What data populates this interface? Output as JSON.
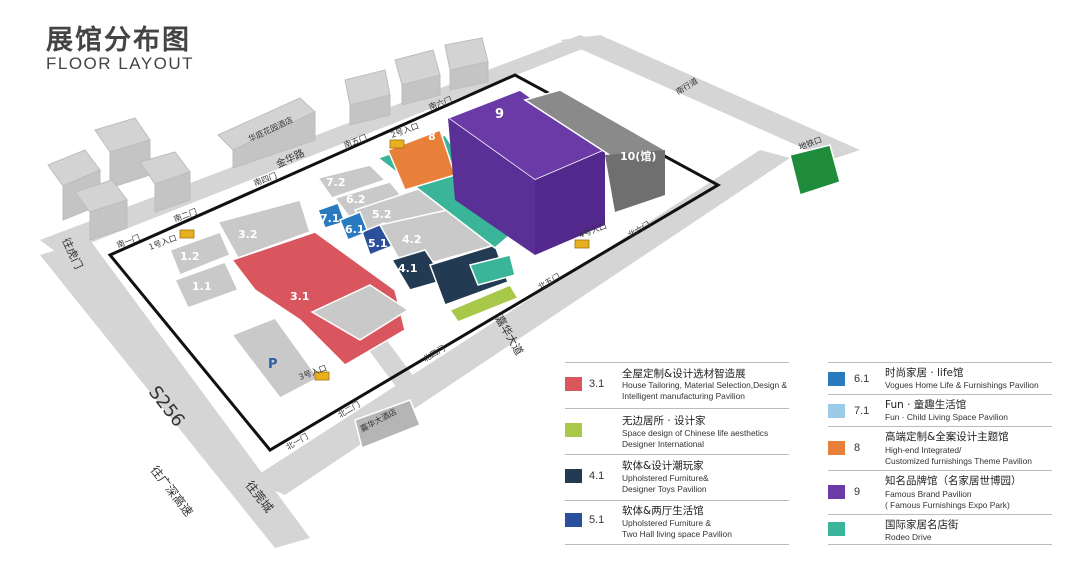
{
  "header": {
    "title_cn": "展馆分布图",
    "title_en": "FLOOR LAYOUT"
  },
  "colors": {
    "hall_3_1": "#d9565e",
    "hall_cultural": "#a8c84a",
    "hall_4_1": "#223a52",
    "hall_5_1": "#2b4f9a",
    "hall_6_1": "#2a7ac0",
    "hall_7_1": "#9ccbe8",
    "hall_8": "#e8803a",
    "hall_9": "#6a3aa6",
    "rodeo": "#3ab59a",
    "road": "#d5d5d5",
    "building": "#c9c9c9"
  },
  "map": {
    "roads": {
      "s256": "S256",
      "to_humen": "往虎门",
      "to_guangshen": "往广深高速",
      "to_dongguan": "往莞城",
      "north_road": "南行道",
      "jiaxin_road": "嘉华大道",
      "jiaxin_hotel": "嘉华大酒店",
      "sanxing_road": "金华路",
      "huatian_hotel": "华庭花园酒店"
    },
    "gates": {
      "south1": "南一门",
      "south2": "南二门",
      "south4": "南四门",
      "south5": "南五门",
      "south6": "南六门",
      "north1": "北一门",
      "north2": "北二门",
      "north4": "北四门",
      "north5": "北五门",
      "north6": "北六门"
    },
    "entrances": {
      "e1": "1号入口",
      "e2": "2号入口",
      "e3": "3号入口",
      "e4": "4号入口"
    },
    "halls": {
      "h1_1": "1.1",
      "h1_2": "1.2",
      "h3_1": "3.1",
      "h3_2": "3.2",
      "h4_1": "4.1",
      "h4_2": "4.2",
      "h5_1": "5.1",
      "h5_2": "5.2",
      "h6_1": "6.1",
      "h6_2": "6.2",
      "h7_1": "7.1",
      "h7_2": "7.2",
      "h8": "8",
      "h9": "9",
      "h10": "10(馆)"
    },
    "parking": "P",
    "metro": "地铁口"
  },
  "legend": {
    "left": [
      {
        "num": "3.1",
        "color": "#d9565e",
        "cn": "全屋定制&设计选材智造展",
        "en": [
          "House Tailoring, Material Selection,Design &",
          "Intelligent manufacturing Pavilion"
        ]
      },
      {
        "num": "",
        "color": "#a8c84a",
        "cn": "无边居所 · 设计家",
        "en": [
          "Space design of Chinese life aesthetics",
          "Designer International"
        ]
      },
      {
        "num": "4.1",
        "color": "#223a52",
        "cn": "软体&设计潮玩家",
        "en": [
          "Upholstered Furniture&",
          "Designer Toys Pavilion"
        ]
      },
      {
        "num": "5.1",
        "color": "#2b4f9a",
        "cn": "软体&两厅生活馆",
        "en": [
          "Upholstered Furniture &",
          "Two Hall living space Pavilion"
        ]
      }
    ],
    "right": [
      {
        "num": "6.1",
        "color": "#2a7ac0",
        "cn": "时尚家居 · life馆",
        "en": [
          "Vogues Home Life & Furnishings Pavilion"
        ]
      },
      {
        "num": "7.1",
        "color": "#9ccbe8",
        "cn": "Fun · 童趣生活馆",
        "en": [
          "Fun · Child Living Space Pavilion"
        ]
      },
      {
        "num": "8",
        "color": "#e8803a",
        "cn": "高端定制&全案设计主题馆",
        "en": [
          "High-end Integrated/",
          "Customized furnishings Theme Pavilion"
        ]
      },
      {
        "num": "9",
        "color": "#6a3aa6",
        "cn": "知名品牌馆（名家居世博园）",
        "en": [
          "Famous Brand Pavilion",
          "( Famous Furnishings Expo Park)"
        ]
      },
      {
        "num": "",
        "color": "#3ab59a",
        "cn": "国际家居名店街",
        "en": [
          "Rodeo Drive"
        ]
      }
    ]
  }
}
